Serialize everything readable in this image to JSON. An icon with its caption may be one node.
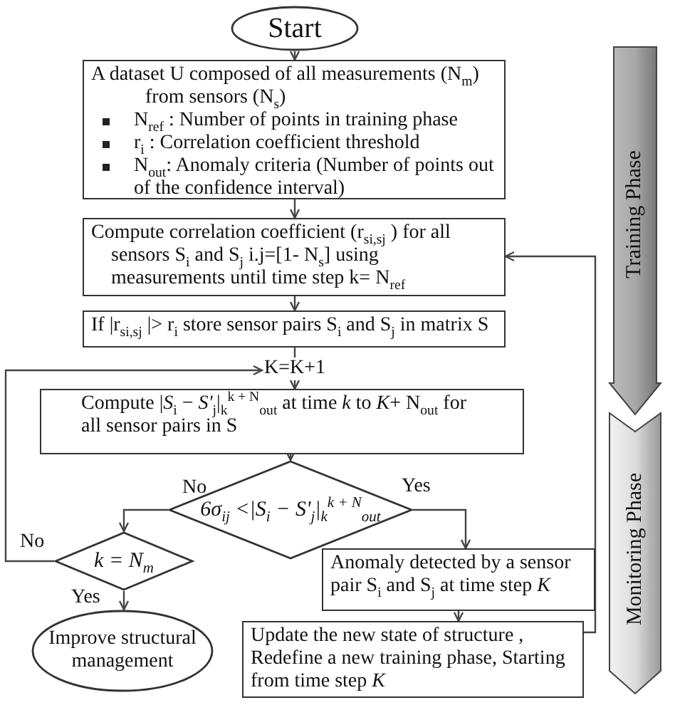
{
  "diagram": {
    "nodes": [
      {
        "text": [
          "Start"
        ]
      },
      {
        "text": [
          "A dataset U composed of all measurements (N$_{m}$) from sensors (N$_{s}$)",
          "N$_{ref}$ : Number of points in training phase",
          "r$_{i}$ : Correlation coefficient threshold",
          "N$_{out}$: Anomaly criteria (Number of points out of the confidence interval)"
        ]
      },
      {
        "text": [
          "Compute correlation coefficient (r$_{si,sj}$ ) for all sensors S$_{i}$ and S$_{j}$  i.j=[1- N$_{s}$] using measurements until time step k= N$_{ref}$"
        ]
      },
      {
        "text": [
          "If |r$_{si,sj}$ |> r$_{i}$ store sensor pairs S$_{i}$ and S$_{j}$ in matrix S"
        ]
      },
      {
        "text": [
          "K=K+1"
        ]
      },
      {
        "text": [
          "Compute |*S*$_{i}$ − *S'*$_{j}$|$_{k}$$^{k + N}$$_{out}$ at time *k* to *K*+ N$_{out}$ for all sensor pairs in S"
        ]
      },
      {
        "text": [
          "6σ$_{ij}$ <|S$_{i}$ − S'$_{j}$|$_{k}$$^{k + N}$$_{out}$"
        ]
      },
      {
        "text": [
          "k = N$_{m}$"
        ]
      },
      {
        "text": [
          "Improve structural management"
        ]
      },
      {
        "text": [
          "Anomaly detected by a sensor pair S$_{i}$ and S$_{j}$  at time step *K*"
        ]
      },
      {
        "text": [
          "Update the new state of structure , Redefine a new training phase, Starting from time step *K*"
        ]
      },
      {
        "text": [
          "Training Phase"
        ]
      },
      {
        "text": [
          "Monitoring Phase"
        ]
      }
    ],
    "edges": [
      {
        "from": 0,
        "to": 1,
        "arrow": "to"
      },
      {
        "from": 1,
        "to": 2,
        "arrow": "to"
      },
      {
        "from": 2,
        "to": 3,
        "arrow": "to"
      },
      {
        "from": 3,
        "to": 4,
        "arrow": "none"
      },
      {
        "from": 4,
        "to": 5,
        "arrow": "to"
      },
      {
        "from": 5,
        "to": 6,
        "arrow": "to"
      },
      {
        "from": 6,
        "to": 7,
        "arrow": "to",
        "label": "No"
      },
      {
        "from": 6,
        "to": 9,
        "arrow": "to",
        "label": "Yes"
      },
      {
        "from": 7,
        "to": 4,
        "arrow": "to",
        "label": "No"
      },
      {
        "from": 7,
        "to": 8,
        "arrow": "to",
        "label": "Yes"
      },
      {
        "from": 9,
        "to": 10,
        "arrow": "to"
      },
      {
        "from": 10,
        "to": 2,
        "arrow": "to"
      }
    ]
  }
}
